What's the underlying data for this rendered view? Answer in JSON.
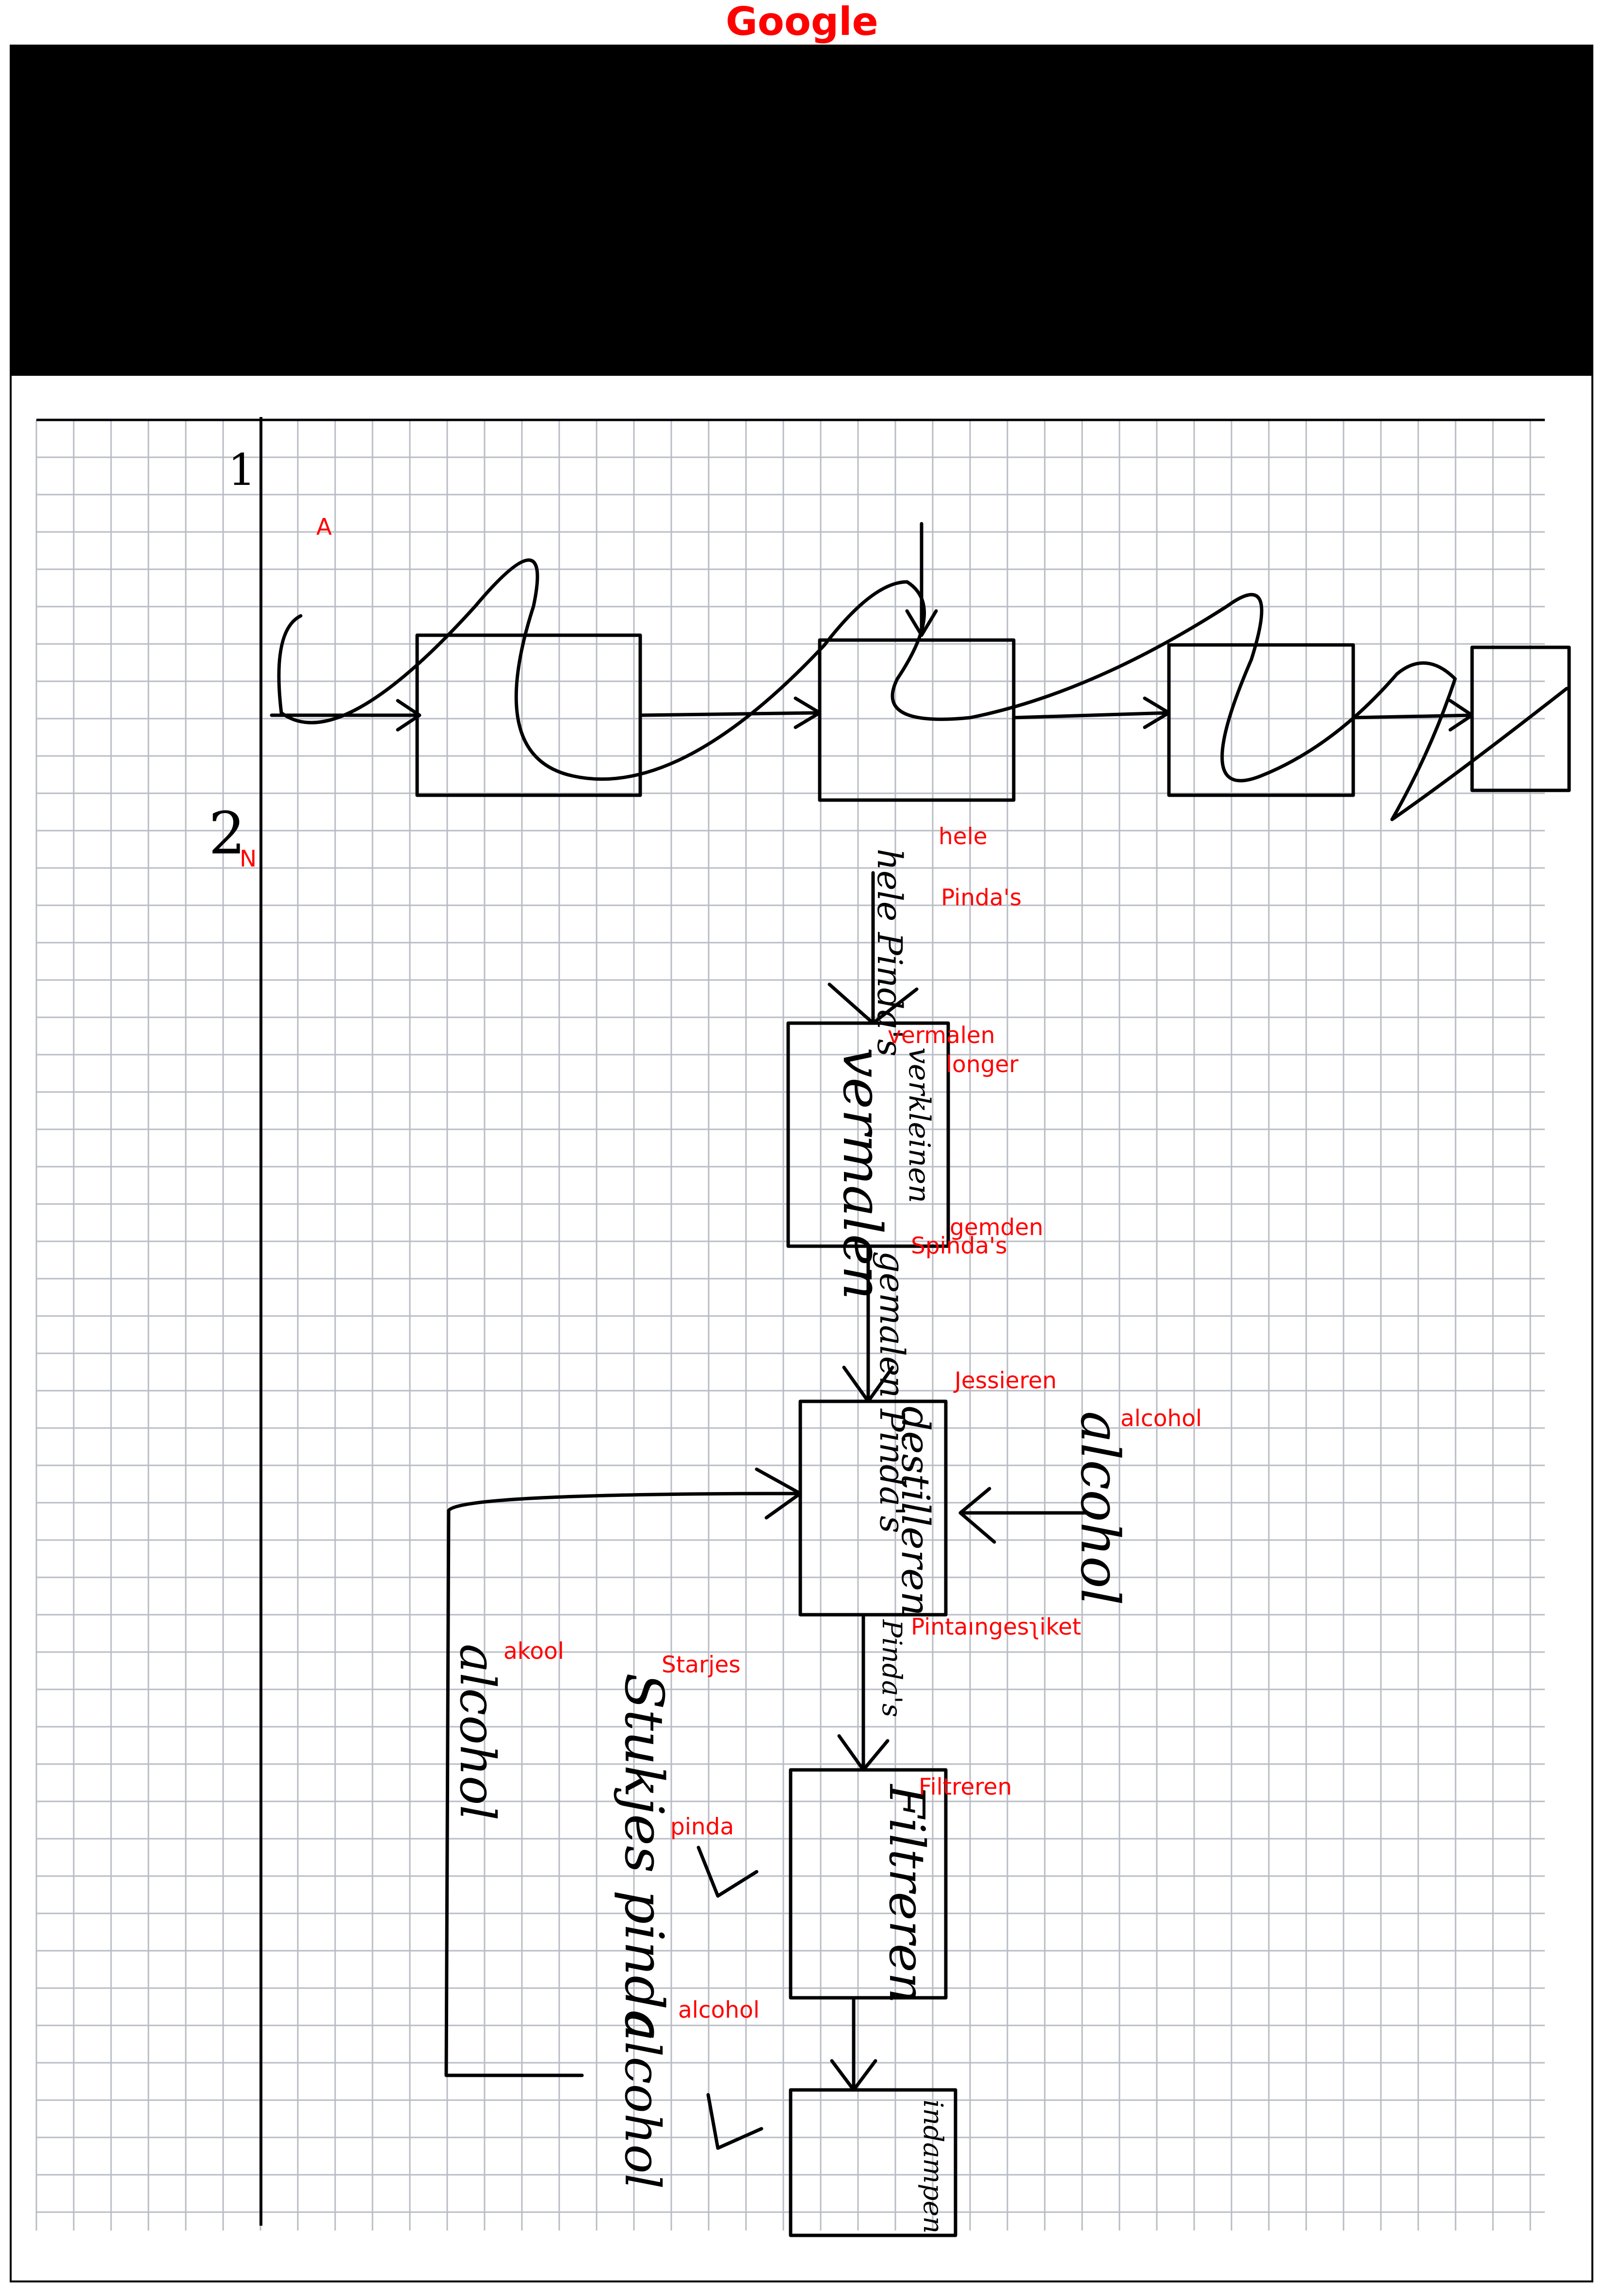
{
  "header": {
    "title": "Google"
  },
  "page": {
    "margin_numbers": [
      "1",
      "2"
    ]
  },
  "annotations": {
    "a": "A",
    "n": "N",
    "hele": "hele",
    "pindas": "Pinda's",
    "vermalen": "vermalen",
    "longer": "longer",
    "gemden": "gemden",
    "spindas": "Spinda's",
    "jessieren": "Jessieren",
    "alcohol_1": "alcohol",
    "pintaunges": "Pintaıngesʅiket",
    "akool": "akool",
    "starjes": "Starjes",
    "filtreren": "Filtreren",
    "pinda": "pinda",
    "alcohol_2": "alcohol"
  },
  "colors": {
    "annotation": "#ff0000",
    "grid": "#b8bcc4",
    "ink": "#000000",
    "redaction": "#000000"
  }
}
